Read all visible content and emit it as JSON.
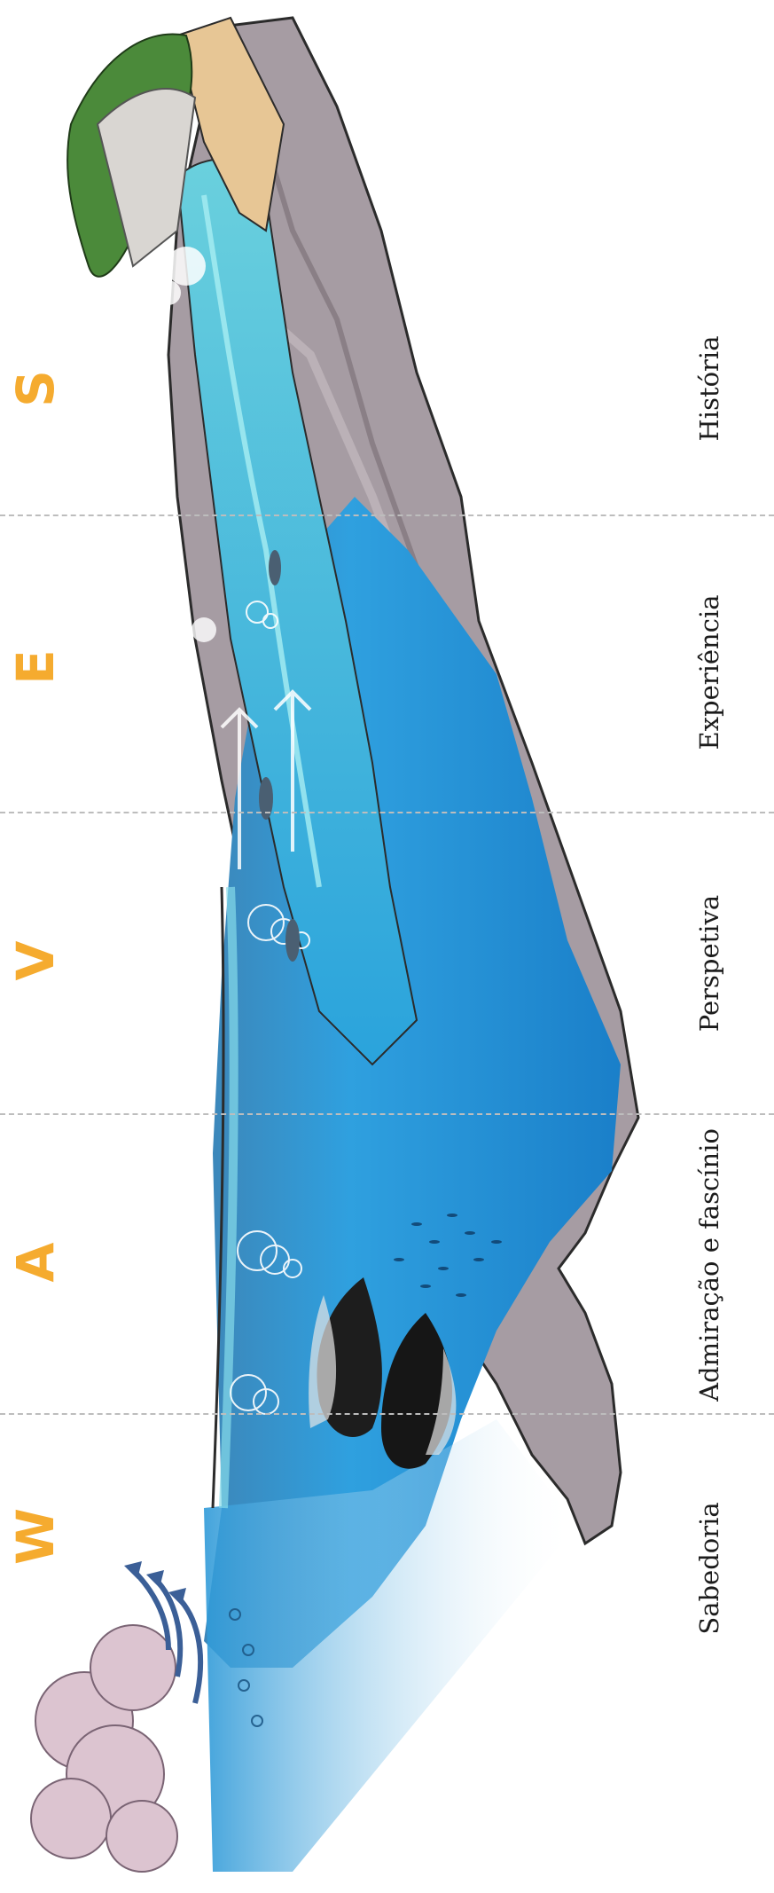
{
  "title_letters": [
    "W",
    "A",
    "V",
    "E",
    "S"
  ],
  "sections": [
    "Sabedoria",
    "Admiração e fascínio",
    "Perspetiva",
    "Experiência",
    "História"
  ],
  "colors": {
    "letter_accent": "#f5ab2f",
    "ocean_deep": "#1f8fd6",
    "ocean_light": "#8fd8e8",
    "rock": "#a59aa0",
    "sand": "#e9c995",
    "cliff_green": "#4b8a3a",
    "cloud": "#dcc3cf"
  }
}
